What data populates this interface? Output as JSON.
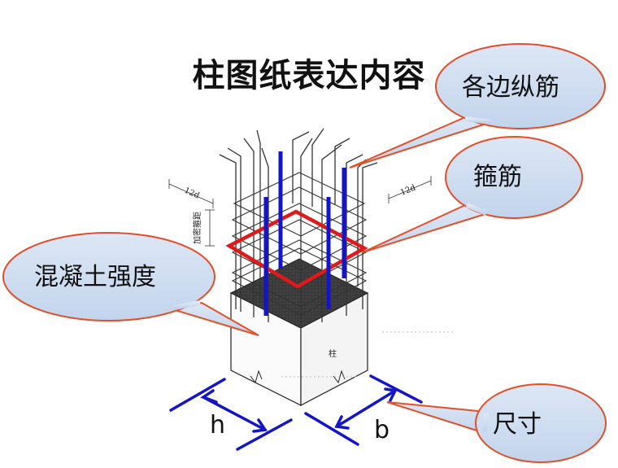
{
  "title": "柱图纸表达内容",
  "callouts": {
    "longitudinal_rebar": "各边纵筋",
    "stirrup": "箍筋",
    "concrete_strength": "混凝土强度",
    "dimension": "尺寸"
  },
  "dimensions": {
    "h": "h",
    "b": "b"
  },
  "drawing_labels": {
    "anchor_left": "12d",
    "anchor_right": "12d",
    "dense_zone": "加密箍距",
    "column": "柱"
  },
  "colors": {
    "callout_fill": "#c9d9ee",
    "callout_stroke": "#e0502a",
    "stirrup_highlight": "#e01a1a",
    "rebar_highlight": "#1414c8",
    "dimension_arrow": "#1414c8"
  }
}
